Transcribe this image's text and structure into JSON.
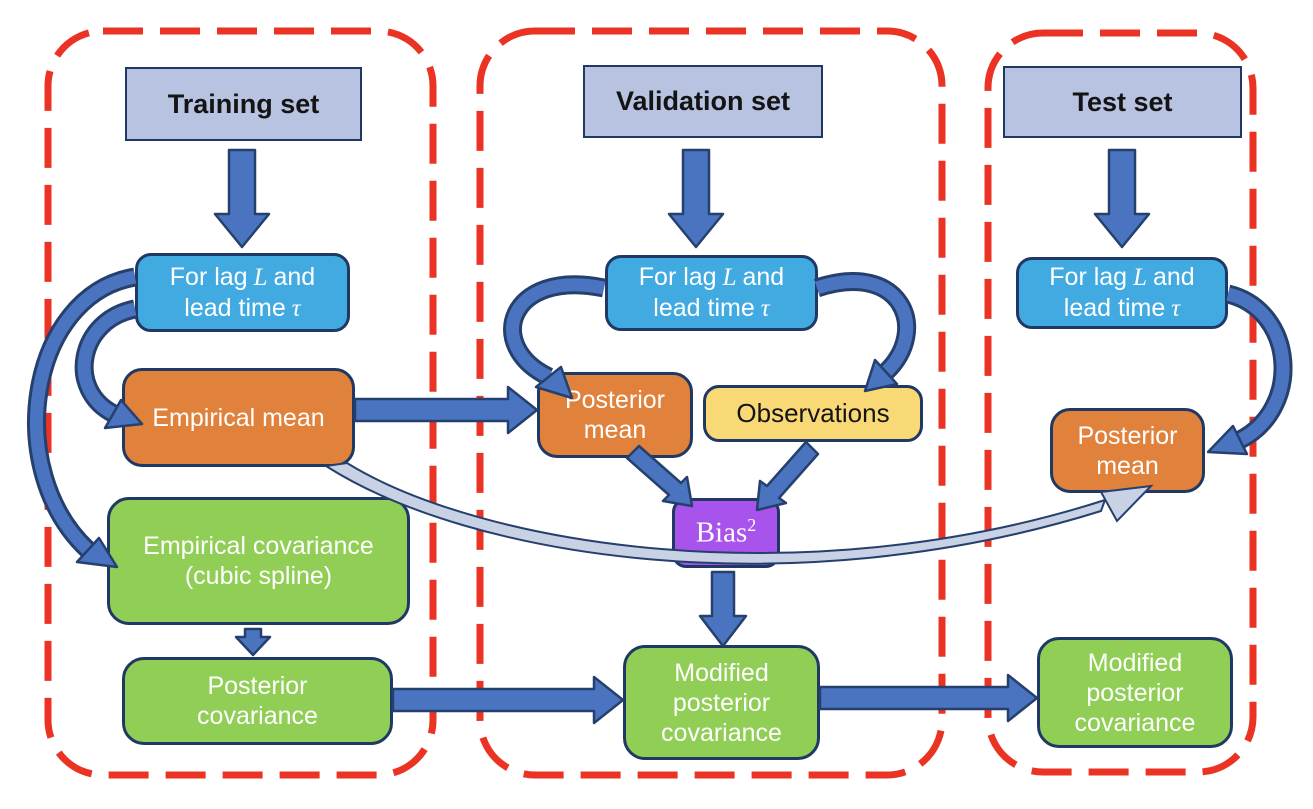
{
  "colors": {
    "background": "#ffffff",
    "region-border": "#ea3323",
    "node-border": "#1f3864",
    "arrow-fill": "#4a74c0",
    "arrow-outline": "#26406e",
    "swoosh-fill": "#c8d2e4",
    "header-fill": "#b7c3e1",
    "process-fill": "#41aae1",
    "mean-fill": "#e0813c",
    "obs-fill": "#f9d876",
    "bias-fill": "#a853eb",
    "cov-fill": "#90ce55",
    "text-light": "#ffffff",
    "text-dark": "#141414"
  },
  "regions": {
    "training": {
      "label": "Training set"
    },
    "validation": {
      "label": "Validation set"
    },
    "test": {
      "label": "Test set"
    }
  },
  "nodes": {
    "lag": {
      "line1_pre": "For lag",
      "line1_sym": "L",
      "line1_post": "and",
      "line2_pre": "lead time",
      "line2_sym": "τ"
    },
    "empirical_mean": {
      "label": "Empirical mean"
    },
    "empirical_covariance": {
      "lines": [
        "Empirical covariance",
        "(cubic spline)"
      ]
    },
    "posterior_covariance": {
      "lines": [
        "Posterior",
        "covariance"
      ]
    },
    "posterior_mean": {
      "lines": [
        "Posterior",
        "mean"
      ]
    },
    "observations": {
      "label": "Observations"
    },
    "bias": {
      "base": "Bias",
      "exponent": "2"
    },
    "modified_posterior_covariance": {
      "lines": [
        "Modified",
        "posterior",
        "covariance"
      ]
    }
  }
}
